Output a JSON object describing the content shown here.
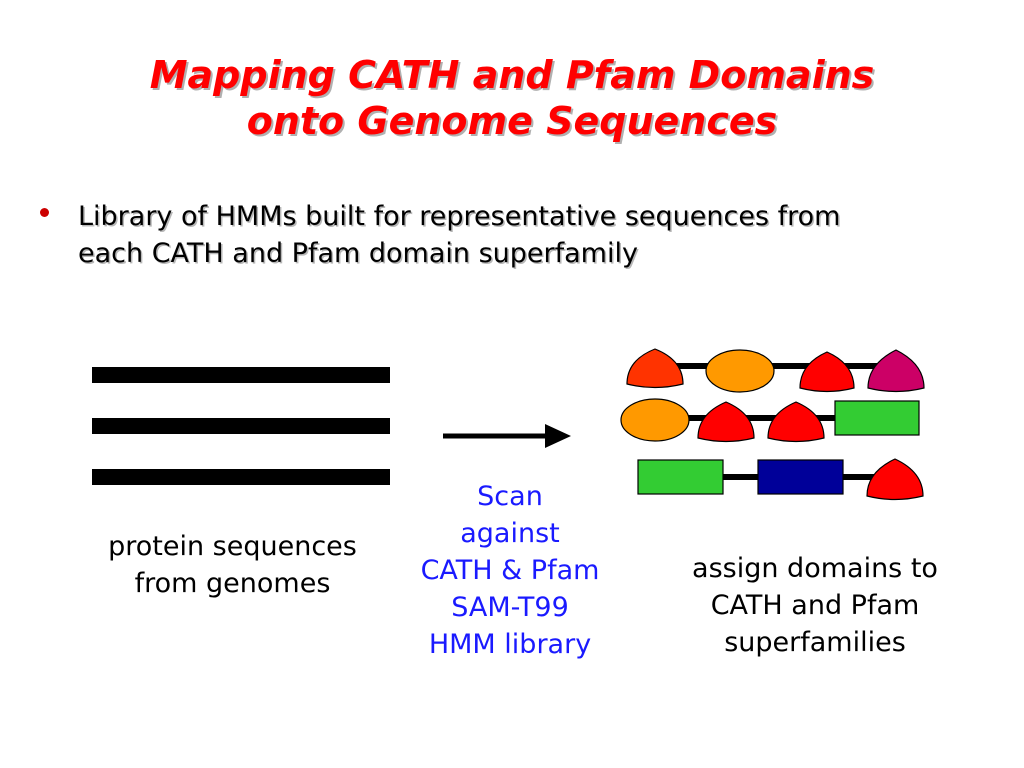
{
  "title": {
    "line1": "Mapping CATH and Pfam Domains",
    "line2": "onto Genome Sequences"
  },
  "bullet": {
    "line1": "Library of HMMs built for representative sequences from",
    "line2": "each CATH and Pfam domain superfamily"
  },
  "captions": {
    "sequences": [
      "protein sequences",
      "from genomes"
    ],
    "scan": [
      "Scan",
      "against",
      "CATH & Pfam",
      "SAM-T99",
      "HMM library"
    ],
    "assign": [
      "assign domains to",
      "CATH and Pfam",
      "superfamilies"
    ]
  },
  "colors": {
    "title": "#ff0000",
    "scan_text": "#1a1aff",
    "domain_red": "#ff0000",
    "domain_orange_red": "#ff3300",
    "domain_orange": "#ff9900",
    "domain_magenta": "#cc0066",
    "domain_green": "#33cc33",
    "domain_blue": "#000099"
  },
  "icons": {
    "arrow": "right-arrow-icon",
    "bullet": "round-bullet-icon"
  }
}
